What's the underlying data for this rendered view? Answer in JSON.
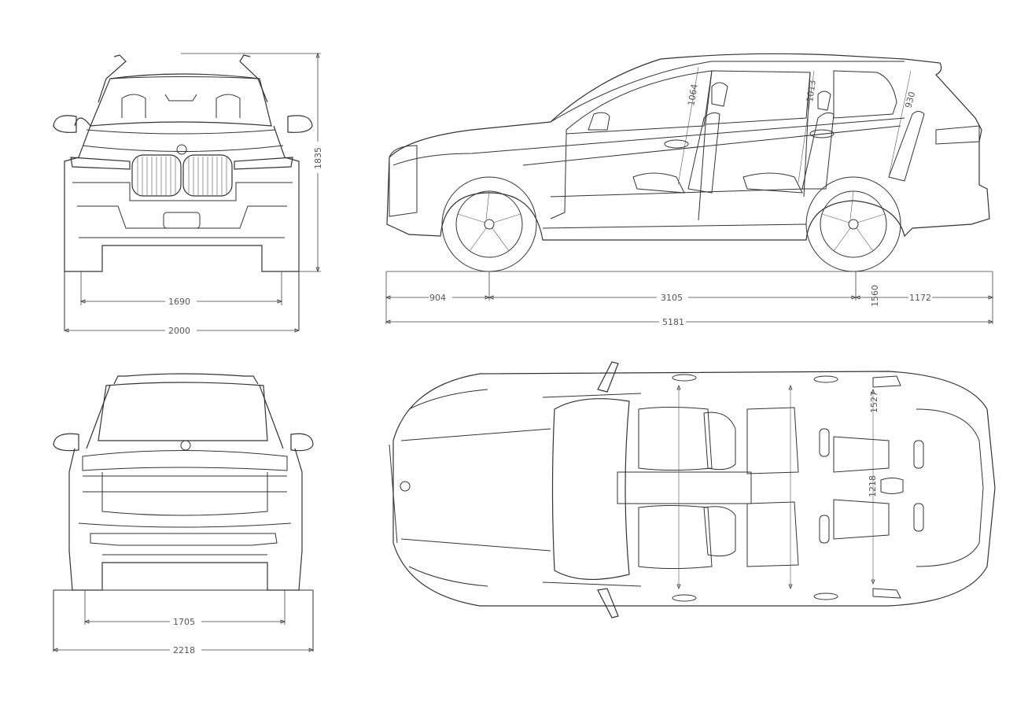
{
  "dimensions": {
    "front_track": "1690",
    "front_width": "2000",
    "height": "1835",
    "front_overhang": "904",
    "wheelbase": "3105",
    "ground_clearance": "1560",
    "rear_overhang": "1172",
    "overall_length": "5181",
    "front_headroom": "1064",
    "second_row_headroom": "1013",
    "third_row_headroom": "930",
    "rear_track": "1705",
    "width_with_mirrors": "2218",
    "cargo_width": "1527",
    "cargo_between_arches": "1218"
  },
  "colors": {
    "line": "#333333",
    "dim_text": "#555555",
    "background": "#ffffff"
  }
}
